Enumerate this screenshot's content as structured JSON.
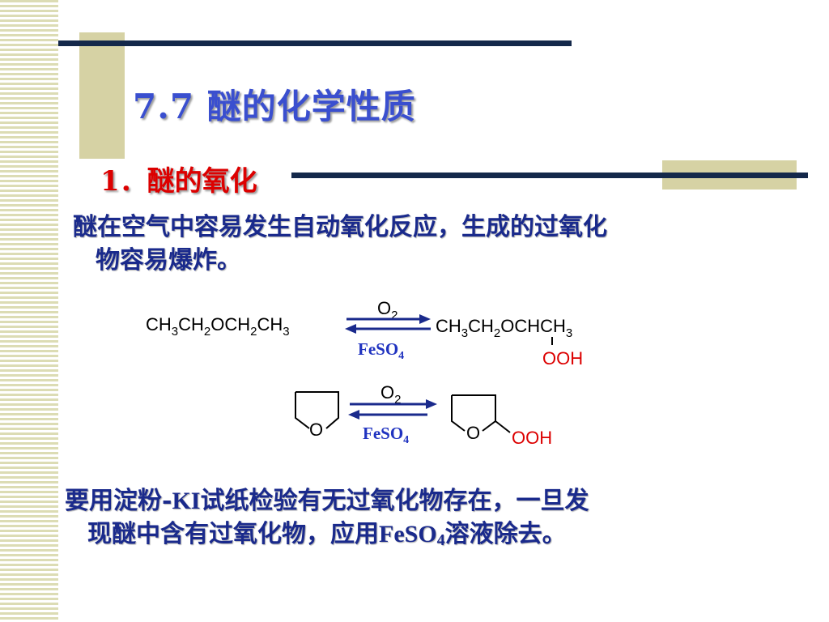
{
  "slide": {
    "title": "7.7  醚的化学性质",
    "subtitle": "1．醚的氧化",
    "paragraph1": {
      "line1": "醚在空气中容易发生自动氧化反应，生成的过氧化",
      "line2": "物容易爆炸。"
    },
    "reaction1": {
      "reactant": {
        "a": "CH",
        "a_sub": "3",
        "b": "CH",
        "b_sub": "2",
        "c": "OCH",
        "c_sub": "2",
        "d": "CH",
        "d_sub": "3"
      },
      "reagent_forward": {
        "main": "O",
        "sub": "2"
      },
      "reagent_reverse": {
        "main": "FeSO",
        "sub": "4"
      },
      "product": {
        "a": "CH",
        "a_sub": "3",
        "b": "CH",
        "b_sub": "2",
        "c": "OCHCH",
        "c_sub": "3"
      },
      "product_substituent": "OOH"
    },
    "reaction2": {
      "reactant_ring_atom": "O",
      "reagent_forward": {
        "main": "O",
        "sub": "2"
      },
      "reagent_reverse": {
        "main": "FeSO",
        "sub": "4"
      },
      "product_ring_atom": "O",
      "product_substituent": "OOH"
    },
    "paragraph2": {
      "line1_part1": "要用淀粉-",
      "line1_bold": "KI",
      "line1_part2": "试纸检验有无过氧化物存在，一旦发",
      "line2_part1": "现醚中含有过氧化物，应用",
      "line2_formula": "FeSO",
      "line2_formula_sub": "4",
      "line2_part2": "溶液除去。"
    },
    "colors": {
      "title": "#3a4fcf",
      "subtitle": "#dc0000",
      "body_text": "#1a2a8c",
      "arrow": "#1a2a8c",
      "reverse_reagent": "#2033c0",
      "hydroperoxide": "#dc0000",
      "bars": "#14284a",
      "accent_olive": "#d6d2a4"
    }
  }
}
